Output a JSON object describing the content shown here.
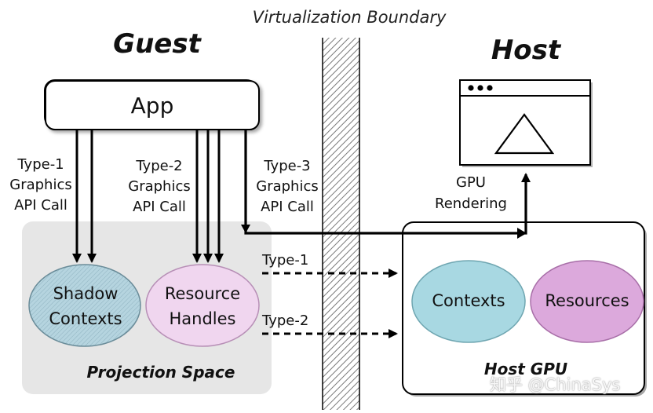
{
  "titles": {
    "virtualization_boundary": "Virtualization Boundary",
    "guest": "Guest",
    "host": "Host"
  },
  "nodes": {
    "app": "App",
    "shadow_contexts": "Shadow\nContexts",
    "resource_handles": "Resource\nHandles",
    "contexts": "Contexts",
    "resources": "Resources"
  },
  "edges": {
    "type1_call": "Type-1\nGraphics\nAPI Call",
    "type2_call": "Type-2\nGraphics\nAPI Call",
    "type3_call": "Type-3\nGraphics\nAPI Call",
    "gpu_rendering": "GPU\nRendering",
    "type1_projection": "Type-1",
    "type2_projection": "Type-2"
  },
  "regions": {
    "projection_space": "Projection Space",
    "host_gpu": "Host GPU"
  },
  "watermark": "知乎 @ChinaSys",
  "colors": {
    "shadow_contexts_fill": "#b5d4df",
    "resource_handles_fill": "#f0d6ef",
    "contexts_fill": "#a8d8e2",
    "resources_fill": "#dca9dc",
    "projection_space_fill": "#e6e6e6",
    "stroke": "#000000"
  },
  "icons": {
    "host_window": "browser-window-icon",
    "triangle": "triangle-icon"
  }
}
